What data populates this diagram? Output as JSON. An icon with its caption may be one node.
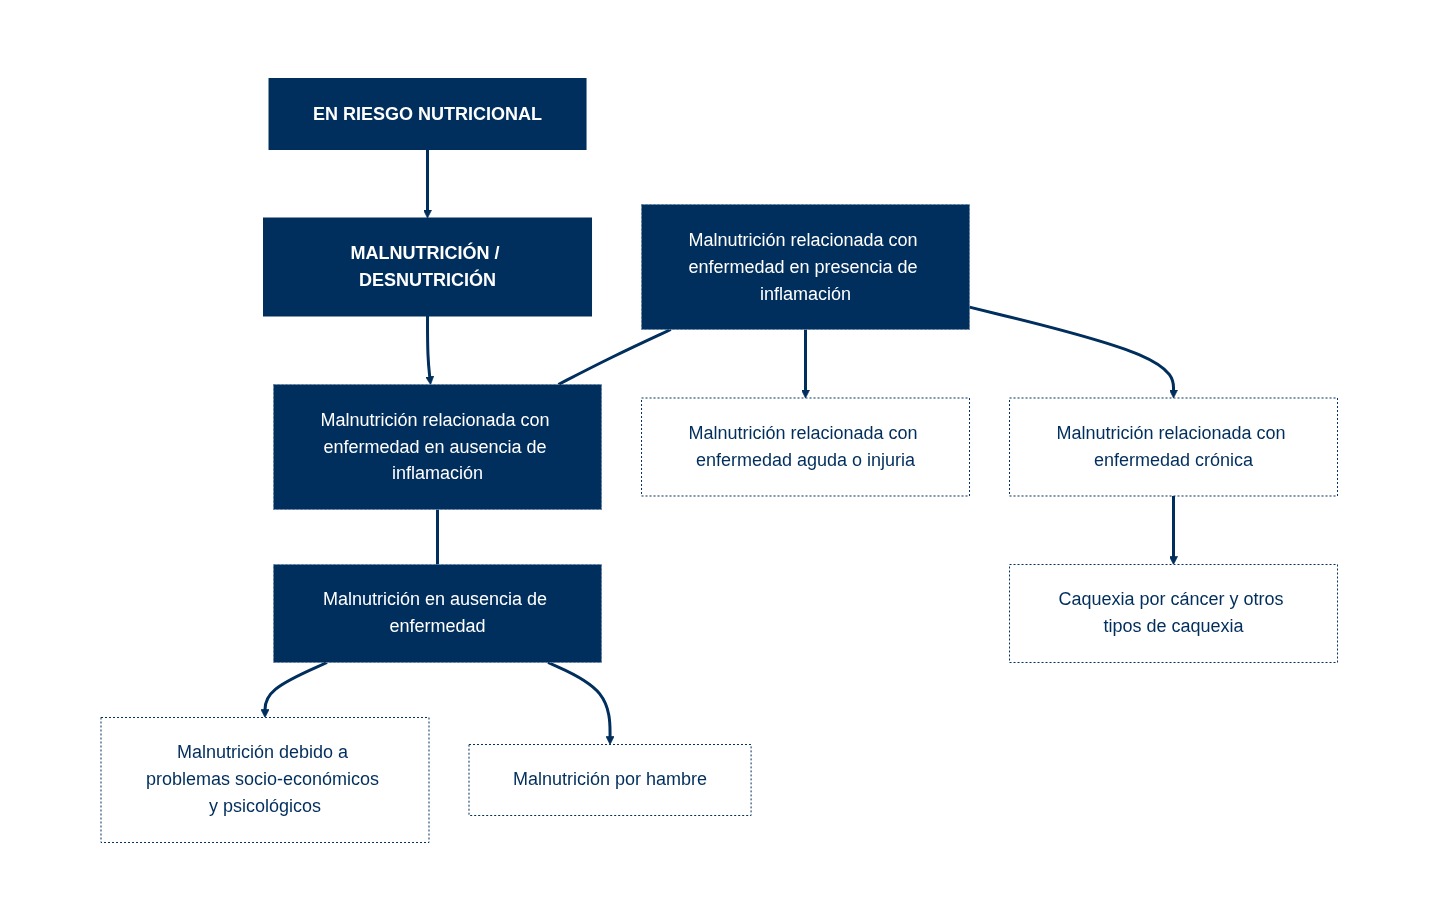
{
  "diagram": {
    "nodes": [
      {
        "text": [
          "EN RIESGO NUTRICIONAL"
        ]
      },
      {
        "text": [
          "MALNUTRICIÓN / DESNUTRICIÓN"
        ]
      },
      {
        "text": [
          "Malnutrición relacionada con enfermedad en presencia de inflamación"
        ]
      },
      {
        "text": [
          "Malnutrición relacionada con enfermedad en ausencia de inflamación"
        ]
      },
      {
        "text": [
          "Malnutrición en ausencia de enfermedad"
        ]
      },
      {
        "text": [
          "Malnutrición relacionada con enfermedad aguda o injuria"
        ]
      },
      {
        "text": [
          "Malnutrición relacionada con enfermedad crónica"
        ]
      },
      {
        "text": [
          "Malnutrición debido a problemas socio-económicos y psicológicos"
        ]
      },
      {
        "text": [
          "Malnutrición por hambre"
        ]
      },
      {
        "text": [
          "Caquexia por cáncer y otros tipos de caquexia"
        ]
      }
    ],
    "edges": [
      {
        "from": 0,
        "to": 1,
        "arrow": "to"
      },
      {
        "from": 1,
        "to": 3,
        "arrow": "to"
      },
      {
        "from": 2,
        "to": 3,
        "arrow": "none"
      },
      {
        "from": 3,
        "to": 4,
        "arrow": "none"
      },
      {
        "from": 2,
        "to": 5,
        "arrow": "to"
      },
      {
        "from": 2,
        "to": 6,
        "arrow": "to"
      },
      {
        "from": 4,
        "to": 7,
        "arrow": "to"
      },
      {
        "from": 4,
        "to": 8,
        "arrow": "to"
      },
      {
        "from": 6,
        "to": 9,
        "arrow": "to"
      }
    ]
  }
}
